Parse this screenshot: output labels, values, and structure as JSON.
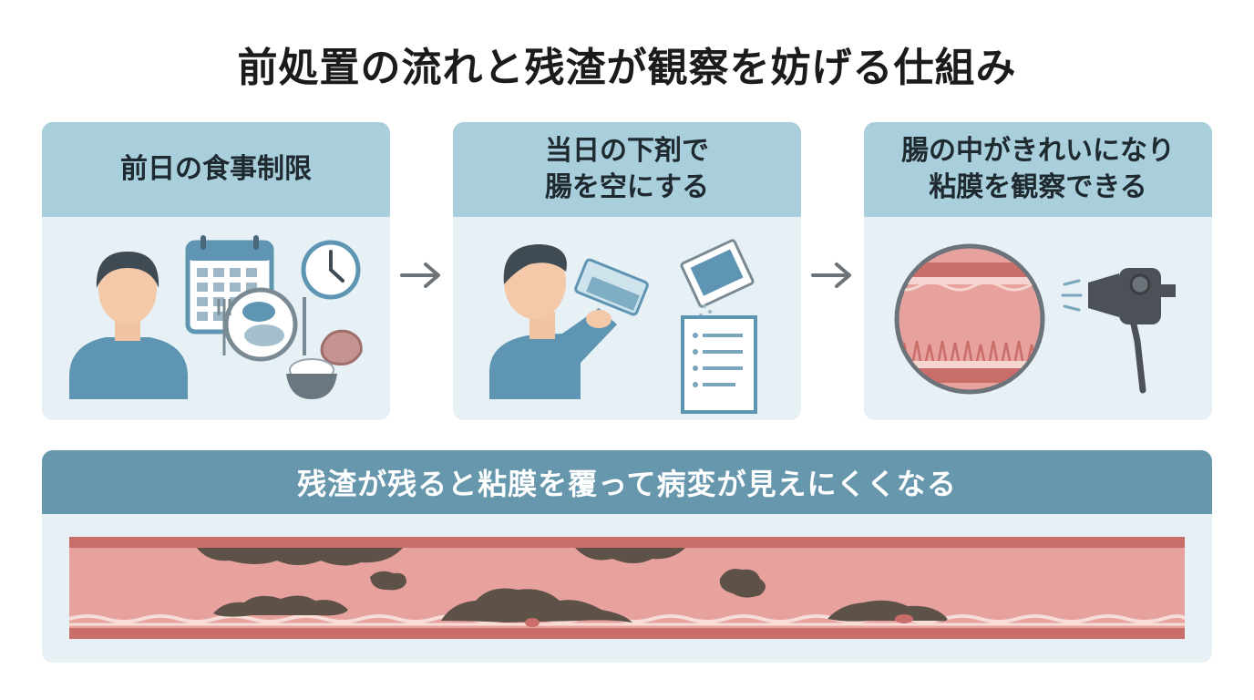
{
  "title": "前処置の流れと残渣が観察を妨げる仕組み",
  "steps": [
    {
      "label": "前日の食事制限"
    },
    {
      "label": "当日の下剤で\n腸を空にする"
    },
    {
      "label": "腸の中がきれいになり\n粘膜を観察できる"
    }
  ],
  "bottom": {
    "label": "残渣が残ると粘膜を覆って病変が見えにくくなる"
  },
  "colors": {
    "header_light": "#a9cedc",
    "card_bg": "#e6f0f5",
    "header_dark": "#6797ad",
    "mucosa": "#e8a29d",
    "residue": "#5e5248"
  },
  "icons": [
    "person-icon",
    "calendar-icon",
    "clock-icon",
    "meal-plate-icon",
    "rice-bowl-icon",
    "meat-icon",
    "drinking-person-icon",
    "laxative-packet-icon",
    "instruction-sheet-icon",
    "colon-lumen-icon",
    "endoscope-icon",
    "arrow-right-icon"
  ]
}
